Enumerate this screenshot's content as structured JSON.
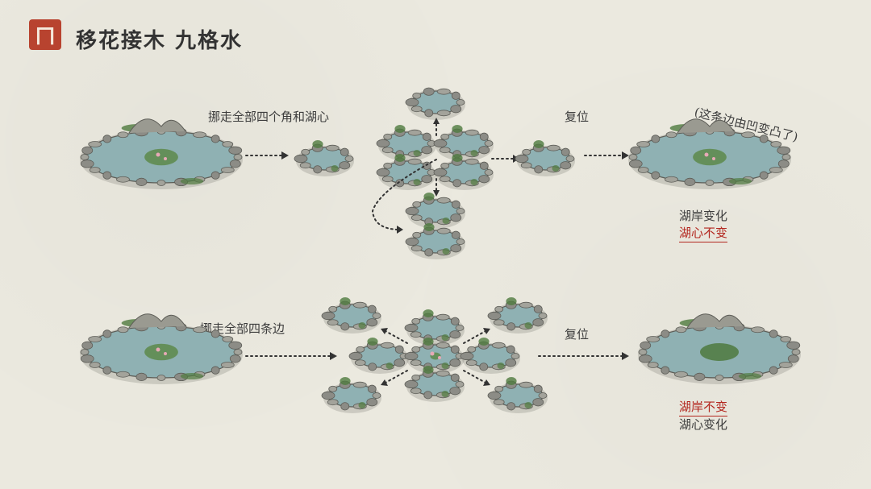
{
  "header": {
    "logo_text": "ㄇ",
    "title": "移花接木 九格水"
  },
  "row1": {
    "label_remove": "挪走全部四个角和湖心",
    "label_reset": "复位",
    "note": "(这条边由凹变凸了)",
    "result_line1": "湖岸变化",
    "result_line2": "湖心不变"
  },
  "row2": {
    "label_remove": "挪走全部四条边",
    "label_reset": "复位",
    "result_line1": "湖岸不变",
    "result_line2": "湖心变化"
  },
  "colors": {
    "water": "#8fb1b3",
    "rock": "#8c8c86",
    "rock_dark": "#5e5e58",
    "moss": "#4f7a3e",
    "accent_red": "#b3261e",
    "ink": "#333333"
  }
}
